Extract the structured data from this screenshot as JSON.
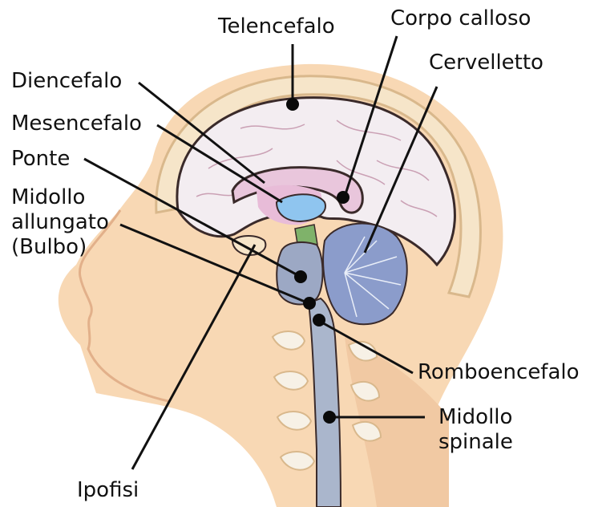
{
  "labels": {
    "telencefalo": "Telencefalo",
    "corpo_calloso": "Corpo calloso",
    "cervelletto": "Cervelletto",
    "diencefalo": "Diencefalo",
    "mesencefalo": "Mesencefalo",
    "ponte": "Ponte",
    "midollo_allungato": [
      "Midollo",
      "allungato",
      "(Bulbo)"
    ],
    "romboencefalo": "Romboencefalo",
    "midollo_spinale": [
      "Midollo",
      "spinale"
    ],
    "ipofisi": "Ipofisi"
  },
  "colors": {
    "skin": "#f8d8b4",
    "skin_shadow": "#eab990",
    "skull": "#f6e5c9",
    "skull_edge": "#d9b88c",
    "brain": "#f3edf1",
    "brain_outline": "#3a2a2a",
    "corpus_callosum": "#e9c6dc",
    "diencephalon": "#e8bcd8",
    "midbrain": "#8fc5ef",
    "pons": "#9ca8c4",
    "medulla_band": "#7fb26a",
    "cerebellum": "#8b9ccb",
    "spinal_cord": "#aab6cc",
    "vertebra": "#f7f1e6",
    "leader": "#111111",
    "dot": "#0a0a0a"
  }
}
